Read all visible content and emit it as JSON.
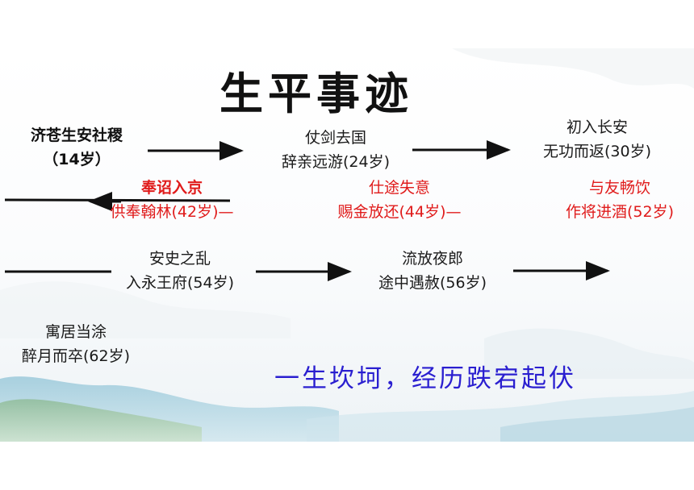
{
  "title": "生平事迹",
  "events": {
    "e1": {
      "line1": "济苍生安社稷",
      "line2": "（14岁）"
    },
    "e2": {
      "line1": "仗剑去国",
      "line2": "辞亲远游(24岁)"
    },
    "e3": {
      "line1": "初入长安",
      "line2": "无功而返(30岁)"
    },
    "e4": {
      "line1": "奉诏入京",
      "line2": "供奉翰林(42岁)—"
    },
    "e5": {
      "line1": "仕途失意",
      "line2": "赐金放还(44岁)—"
    },
    "e6": {
      "line1": "与友畅饮",
      "line2": "作将进酒(52岁)"
    },
    "e7": {
      "line1": "安史之乱",
      "line2": "入永王府(54岁)"
    },
    "e8": {
      "line1": "流放夜郎",
      "line2": "途中遇赦(56岁)"
    },
    "e9": {
      "line1": "寓居当涂",
      "line2": "醉月而卒(62岁)"
    }
  },
  "slogan": "一生坎坷，经历跌宕起伏",
  "colors": {
    "black_text": "#1a1a1a",
    "red_text": "#e01b1b",
    "slogan": "#2a1fd0",
    "arrow": "#111111"
  }
}
